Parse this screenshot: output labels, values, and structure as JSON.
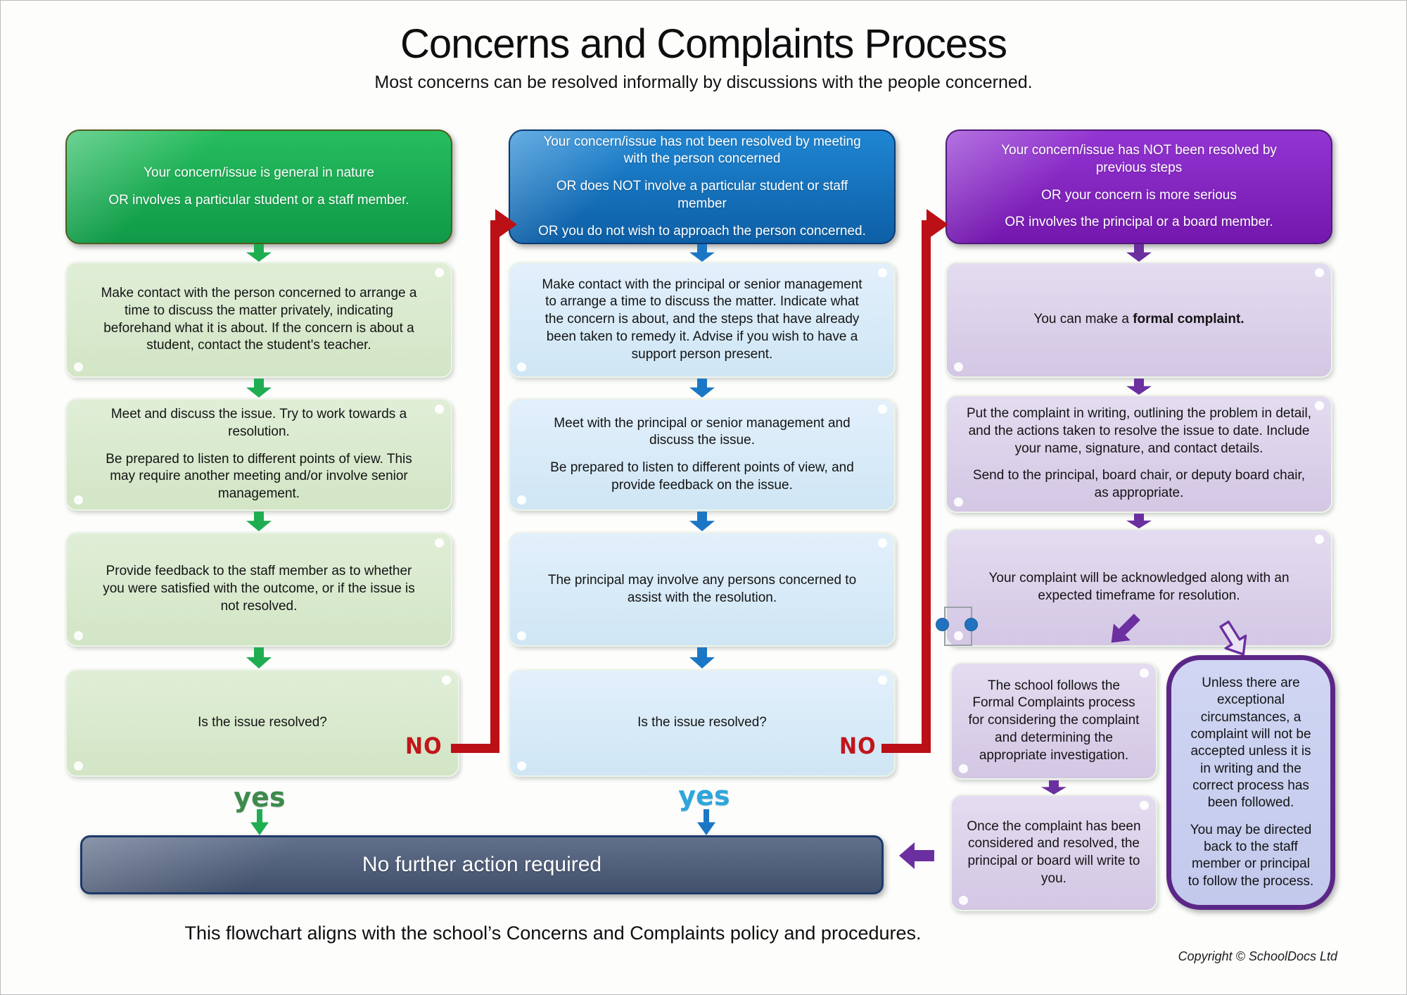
{
  "page": {
    "title": "Concerns and Complaints Process",
    "subtitle": "Most concerns can be resolved informally by discussions with the people concerned.",
    "footer": "This flowchart aligns with the school’s Concerns and Complaints policy and procedures.",
    "copyright": "Copyright © SchoolDocs Ltd"
  },
  "colors": {
    "informal_green": "#18ab50",
    "informal_green_light": "#d8e8cd",
    "management_blue": "#1777c2",
    "management_blue_light": "#d8ebf8",
    "formal_purple": "#7e1fb5",
    "formal_purple_light": "#dcd2ea",
    "connector_red": "#bb1016",
    "outcome_bar_gray": "#52617d",
    "side_note_fill": "#c9d0ee",
    "side_note_border": "#5b2786"
  },
  "columns": [
    {
      "id": "informal-concern",
      "header": {
        "lines": [
          "Your concern/issue is general in nature",
          "OR involves a particular student or a staff member."
        ]
      },
      "steps": [
        {
          "lines": [
            "Make contact with the person concerned to arrange a time to discuss the matter privately, indicating beforehand what it is about. If the concern is about a student, contact the student's teacher."
          ]
        },
        {
          "lines": [
            "Meet and discuss the issue. Try to work towards a resolution.",
            "Be prepared to listen to different points of view. This may require another meeting and/or involve senior management."
          ]
        },
        {
          "lines": [
            "Provide feedback to the staff member as to whether you were satisfied with the outcome, or if the issue is not resolved."
          ]
        }
      ],
      "decision": {
        "question": "Is the issue resolved?",
        "no_label": "NO",
        "yes_label": "yes"
      }
    },
    {
      "id": "principal-concern",
      "header": {
        "lines": [
          "Your concern/issue has not been resolved by meeting with the person concerned",
          "OR does NOT involve a particular student or staff member",
          "OR you do not wish to approach the person concerned."
        ]
      },
      "steps": [
        {
          "lines": [
            "Make contact with the principal or senior management to arrange a time to discuss the matter. Indicate what the concern is about, and the steps that have already been taken to remedy it. Advise if you wish to have a support person present."
          ]
        },
        {
          "lines": [
            "Meet with the principal or senior management and discuss the issue.",
            "Be prepared to listen to different points of view, and provide feedback on the issue."
          ]
        },
        {
          "lines": [
            "The principal may involve any persons concerned to assist with the resolution."
          ]
        }
      ],
      "decision": {
        "question": "Is the issue resolved?",
        "no_label": "NO",
        "yes_label": "yes"
      }
    },
    {
      "id": "formal-complaint",
      "header": {
        "lines": [
          "Your concern/issue has NOT been resolved by previous steps",
          "OR your concern is more serious",
          "OR involves the principal or a board member."
        ]
      },
      "steps": [
        {
          "pre": "You can make a ",
          "bold": "formal complaint."
        },
        {
          "lines": [
            "Put the complaint in writing, outlining the problem in detail, and the actions taken to resolve the issue to date. Include your name, signature, and contact details.",
            "Send to the principal, board chair, or deputy board chair, as appropriate."
          ]
        },
        {
          "lines": [
            "Your complaint will be acknowledged along with an expected timeframe for resolution."
          ]
        },
        {
          "lines": [
            "The school follows the Formal Complaints process for considering the complaint and determining the appropriate investigation."
          ]
        },
        {
          "lines": [
            "Once the complaint has been considered and resolved, the principal or board will write to you."
          ]
        }
      ]
    }
  ],
  "side_note": {
    "lines": [
      "Unless there are exceptional circumstances, a complaint will not be accepted unless it is in writing and the correct process has been followed.",
      "You may be directed back to the staff member or principal to follow the process."
    ]
  },
  "outcome": {
    "label": "No further action required"
  }
}
